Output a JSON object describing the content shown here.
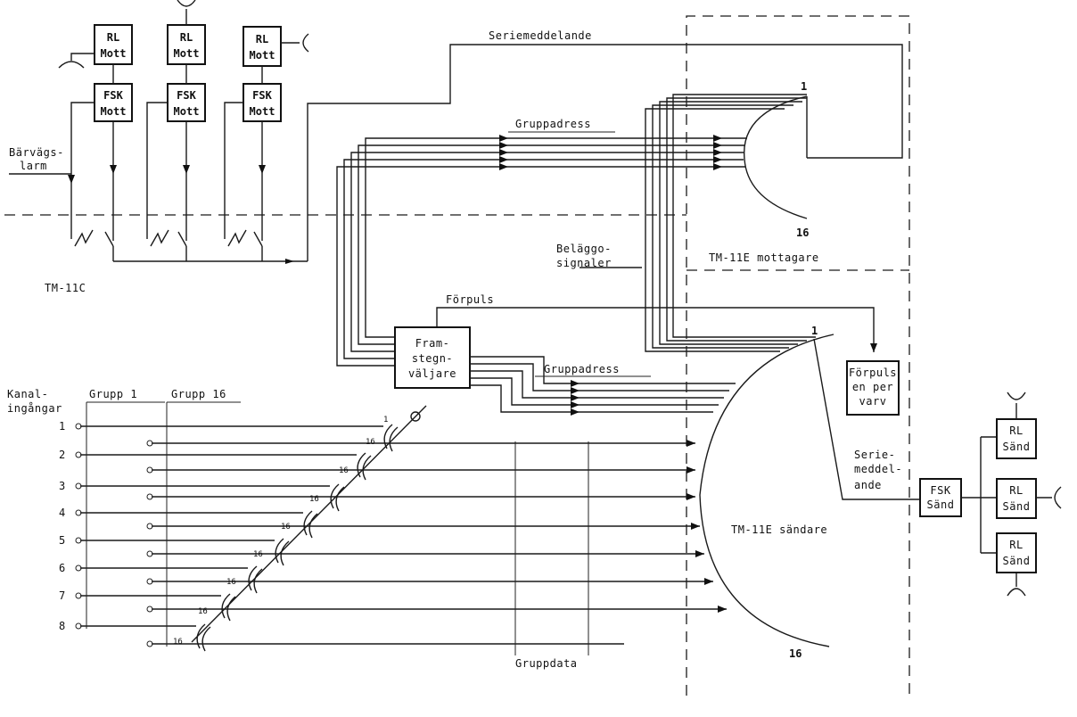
{
  "labels": {
    "seriemeddelande_top": "Seriemeddelande",
    "gruppadress_top": "Gruppadress",
    "barvagslarm_1": "Bärvägs-",
    "barvagslarm_2": "larm",
    "tm11c": "TM-11C",
    "belaggo_1": "Beläggo-",
    "belaggo_2": "signaler",
    "tm11e_mottagare": "TM-11E mottagare",
    "forpuls": "Förpuls",
    "gruppadress_mid": "Gruppadress",
    "kanal_1": "Kanal-",
    "kanal_2": "ingångar",
    "grupp1": "Grupp 1",
    "grupp16": "Grupp 16",
    "tm11e_sandare": "TM-11E sändare",
    "gruppdata": "Gruppdata",
    "serie_1": "Serie-",
    "serie_2": "meddel-",
    "serie_3": "ande",
    "recv_1": "1",
    "recv_16": "16",
    "send_1": "1",
    "send_16": "16"
  },
  "boxes": {
    "rl_mott": [
      "RL",
      "Mott"
    ],
    "fsk_mott": [
      "FSK",
      "Mott"
    ],
    "framsteg": [
      "Fram-",
      "stegn-",
      "väljare"
    ],
    "forpuls_box": [
      "Förpuls",
      "en per",
      "varv"
    ],
    "fsk_sand": [
      "FSK",
      "Sänd"
    ],
    "rl_sand": [
      "RL",
      "Sänd"
    ]
  },
  "channels": [
    "1",
    "2",
    "3",
    "4",
    "5",
    "6",
    "7",
    "8"
  ],
  "switch_marks": {
    "first": "1",
    "last": "16"
  }
}
